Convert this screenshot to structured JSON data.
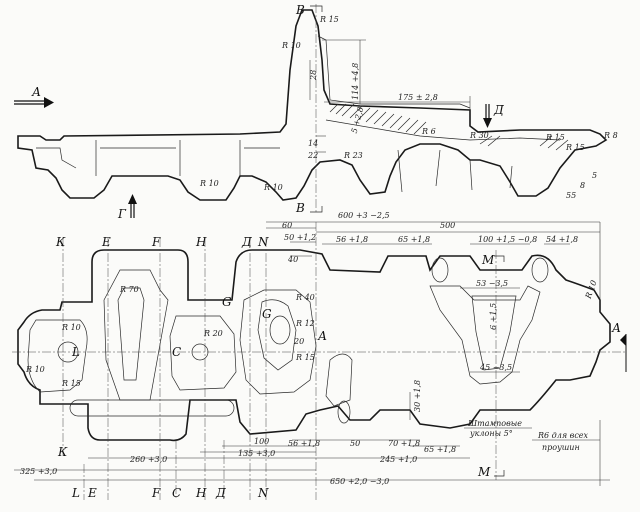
{
  "view_labels": {
    "A_top": "А",
    "A_right": "А",
    "B_top": "В",
    "B_bottom": "В",
    "G": "Г",
    "D_top": "Д",
    "M_top": "М",
    "M_bottom": "М",
    "K_top": "К",
    "K_mid": "К",
    "E_top": "Е",
    "F_top": "F",
    "H_top": "Н",
    "D_mid": "Д",
    "N_top": "N",
    "L_bottom": "L",
    "E_bottom": "Е",
    "F_bottom": "F",
    "C_bottom": "С",
    "H_bottom": "Н",
    "D_bottom": "Д",
    "N_bottom": "N",
    "G_plan": "G",
    "G_plan2": "G",
    "C_plan": "С",
    "L_plan": "L",
    "A_plan": "А"
  },
  "radii": {
    "r15_top": "R 15",
    "r10_top": "R 10",
    "r23": "R 23",
    "r6": "R 6",
    "r30": "R 30",
    "r15a": "R 15",
    "r15b": "R 15",
    "r8": "R 8",
    "r10a": "R 10",
    "r10b": "R 10",
    "r70": "R 70",
    "r10c": "R 10",
    "r10d": "R 10",
    "r40": "R 40",
    "r12": "R 12",
    "r15c": "R 15",
    "r10_right": "R 10",
    "r20": "R 20",
    "r15d": "R 15"
  },
  "dimensions": {
    "d28": "28",
    "d114": "114 +4,8",
    "d175": "175 ± 2,8",
    "d5": "5 +2,8",
    "d14": "14",
    "d22": "22",
    "d55": "55",
    "d8": "8",
    "d5b": "5",
    "d60": "60",
    "d600": "600 +3 −2,5",
    "d500": "500",
    "d50_top": "50 +1,2",
    "d40": "40",
    "d56": "56 +1,8",
    "d65": "65 +1,8",
    "d100": "100 +1,5 −0,8",
    "d54": "54 +1,8",
    "d53": "53 −3,5",
    "d6": "6 +1,5",
    "d45": "45 −3,5",
    "d30": "30 +1,8",
    "d56b": "56 +1,8",
    "d50b": "50",
    "d70": "70 +1,8",
    "d65b": "65 +1,8",
    "d100b": "100",
    "d135": "135 +3,0",
    "d260": "260 +3,0",
    "d325": "325 +3,0",
    "d245": "245 +1,0",
    "d650": "650 +2,0 −3,0",
    "d20": "20"
  },
  "notes": {
    "stamp_line1": "Штамповые",
    "stamp_line2": "уклоны 5°",
    "radius_note_line1": "R6 для всех",
    "radius_note_line2": "проушин"
  }
}
